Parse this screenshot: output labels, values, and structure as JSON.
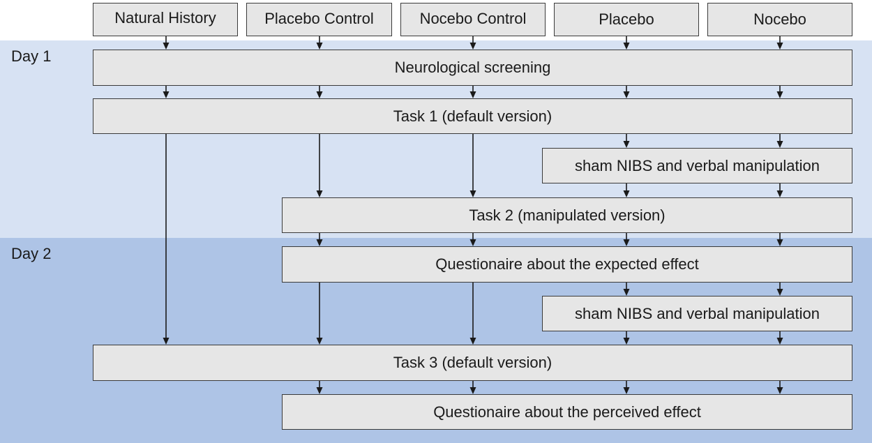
{
  "colors": {
    "day1_band": "#d7e2f3",
    "day2_band": "#aec4e6",
    "box_fill": "#e6e6e6",
    "box_border": "#3a3a3a",
    "arrow": "#1a1a1a"
  },
  "groups": [
    "Natural History",
    "Placebo Control",
    "Nocebo Control",
    "Placebo",
    "Nocebo"
  ],
  "days": {
    "day1": "Day 1",
    "day2": "Day 2"
  },
  "steps": {
    "neurological_screening": "Neurological screening",
    "task1": "Task 1 (default version)",
    "sham1": "sham NIBS and verbal manipulation",
    "task2": "Task 2 (manipulated version)",
    "questionnaire_expected": "Questionaire about the expected effect",
    "sham2": "sham NIBS and verbal manipulation",
    "task3": "Task 3 (default version)",
    "questionnaire_perceived": "Questionaire about the perceived effect"
  }
}
